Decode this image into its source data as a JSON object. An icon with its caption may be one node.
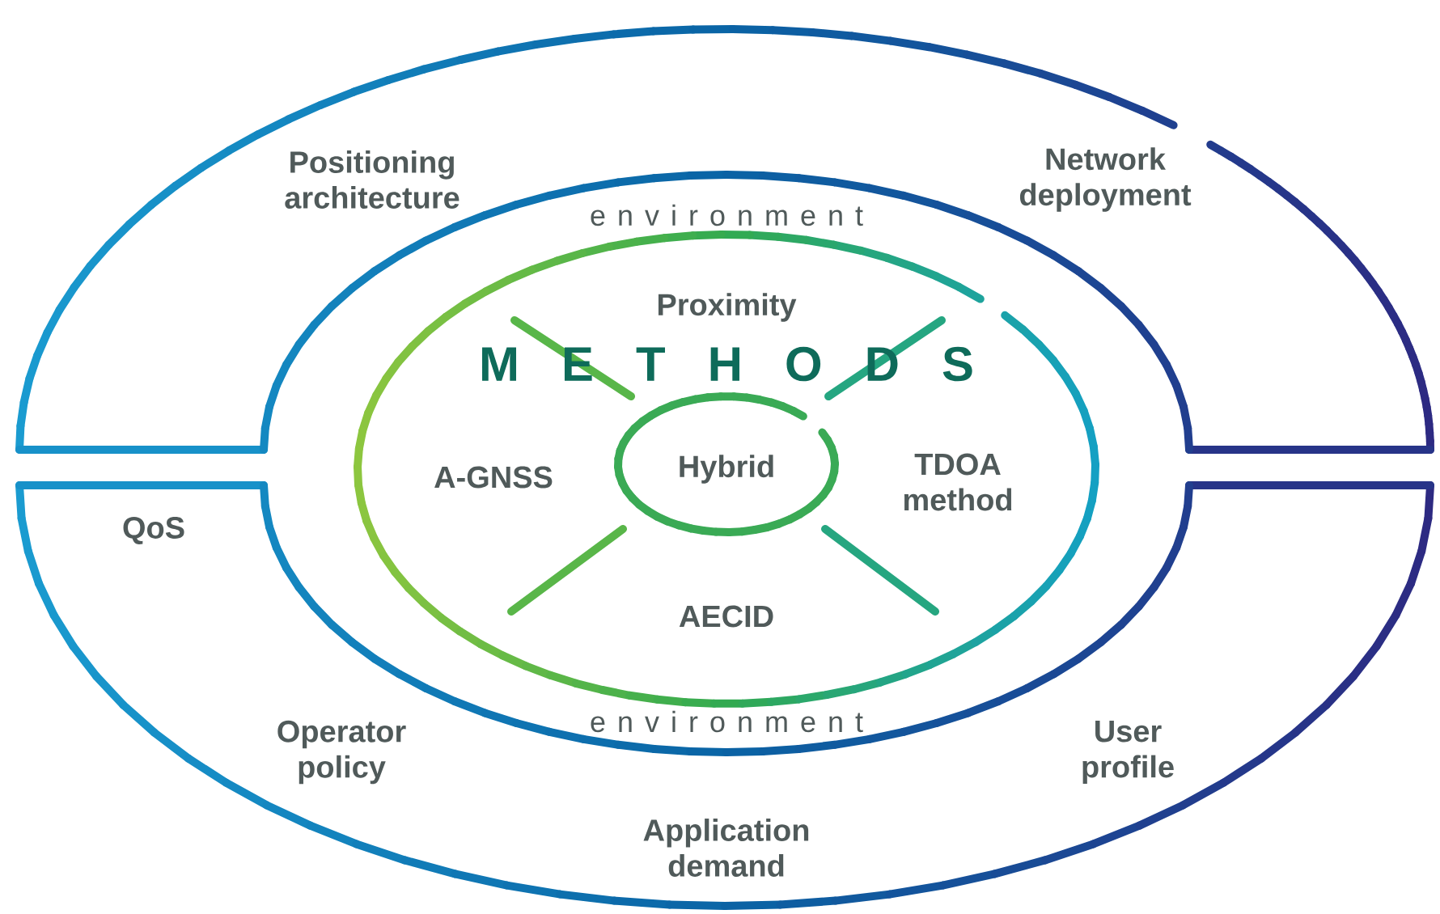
{
  "diagram": {
    "nodes": [
      {
        "text": [
          "Positioning architecture",
          "Network deployment"
        ]
      },
      {
        "text": [
          "QoS",
          "Operator policy",
          "User profile",
          "Application demand"
        ]
      },
      {
        "text": [
          "Proximity",
          "M E T H O D S",
          "A-GNSS",
          "TDOA method",
          "AECID"
        ]
      },
      {
        "text": [
          "Hybrid"
        ],
        "in": 2
      }
    ],
    "labels": [
      "e n v i r o n m e n t",
      "e n v i r o n m e n t"
    ]
  }
}
